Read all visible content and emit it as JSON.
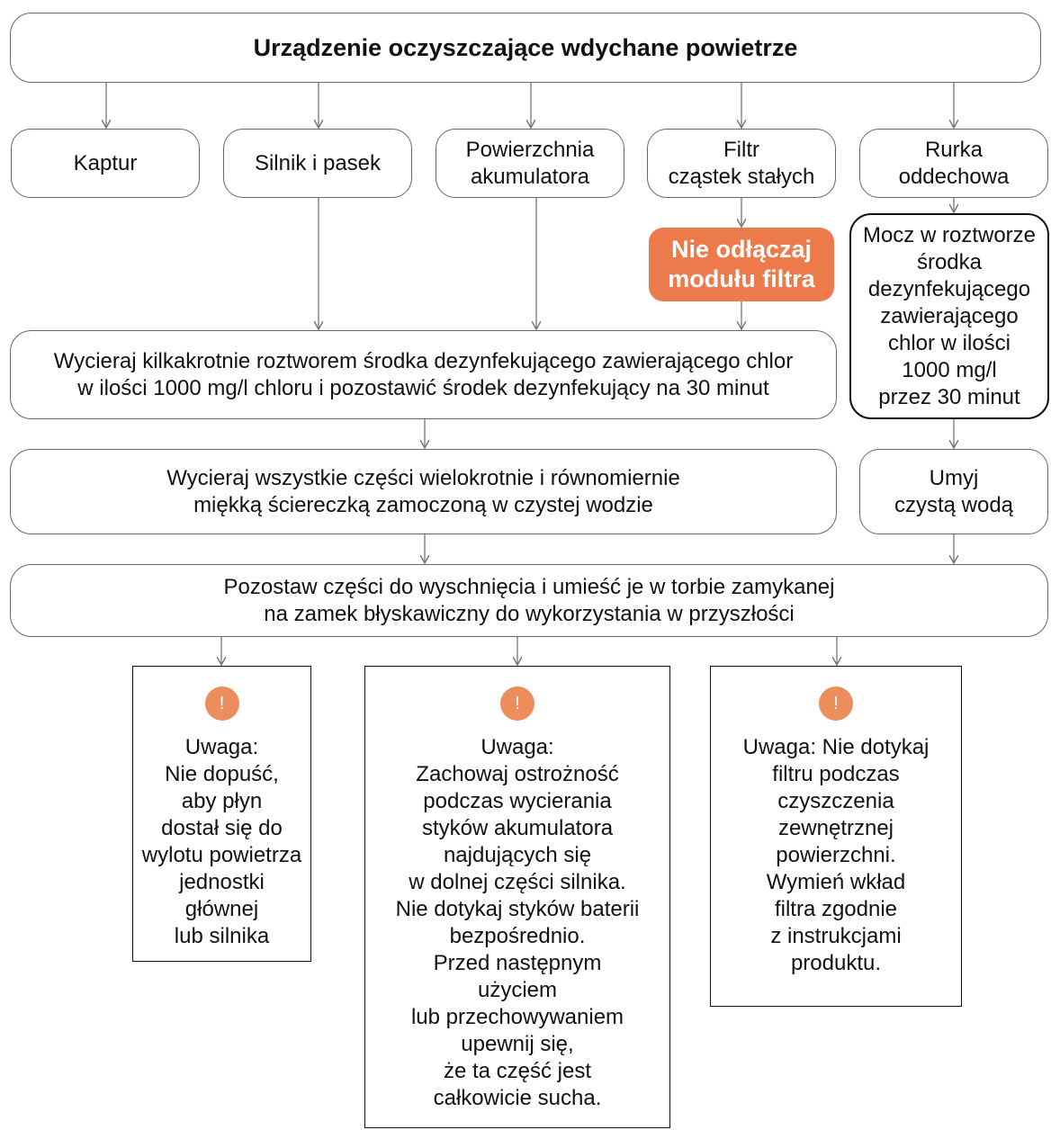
{
  "title": "Urządzenie oczyszczające wdychane powietrze",
  "parts": {
    "hood": "Kaptur",
    "motor_belt": "Silnik i pasek",
    "battery_surface": "Powierzchnia\nakumulatora",
    "particle_filter": "Filtr\ncząstek stałych",
    "breathing_tube": "Rurka\noddechowa"
  },
  "warning": "Nie odłączaj\nmodułu filtra",
  "tube_soak": "Mocz w roztworze\nśrodka\ndezynfekującego\nzawierającego\nchlor w ilości\n1000 mg/l\nprzez 30 minut",
  "steps": {
    "disinfect": "Wycieraj kilkakrotnie roztworem środka dezynfekującego zawierającego chlor\nw ilości 1000 mg/l chloru i pozostawić środek dezynfekujący na 30 minut",
    "wipe": "Wycieraj wszystkie części wielokrotnie i równomiernie\nmiękką ściereczką zamoczoną w czystej wodzie",
    "rinse_tube": "Umyj\nczystą wodą",
    "dry_store": "Pozostaw części do wyschnięcia i umieść je w torbie zamykanej\nna zamek błyskawiczny do wykorzystania w przyszłości"
  },
  "notes": [
    {
      "icon": "!",
      "text": "Uwaga:\nNie dopuść,\naby płyn\ndostał się do\nwylotu powietrza\njednostki\ngłównej\nlub silnika"
    },
    {
      "icon": "!",
      "text": "Uwaga:\nZachowaj ostrożność\npodczas wycierania\nstyków akumulatora\nnajdujących się\nw dolnej części silnika.\nNie dotykaj styków baterii\nbezpośrednio.\nPrzed następnym\nużyciem\nlub przechowywaniem\nupewnij się,\nże ta część jest\ncałkowicie sucha."
    },
    {
      "icon": "!",
      "text": "Uwaga: Nie dotykaj\nfiltru podczas\nczyszczenia\nzewnętrznej\npowierzchni.\nWymień wkład\nfiltra zgodnie\nz instrukcjami\nproduktu."
    }
  ],
  "colors": {
    "warning_bg": "#ec7a4a",
    "badge_bg": "#ec8e5c",
    "connector": "#888888"
  }
}
